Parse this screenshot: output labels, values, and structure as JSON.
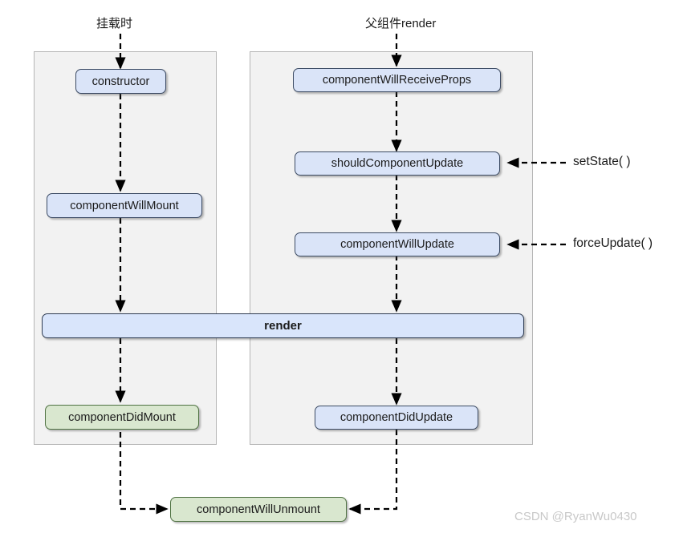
{
  "diagram": {
    "title_mount": "挂载时",
    "title_update": "父组件render",
    "watermark": "CSDN @RyanWu0430",
    "mount_nodes": [
      {
        "label": "constructor"
      },
      {
        "label": "componentWillMount"
      },
      {
        "label": "componentDidMount"
      }
    ],
    "update_nodes": [
      {
        "label": "componentWillReceiveProps"
      },
      {
        "label": "shouldComponentUpdate"
      },
      {
        "label": "componentWillUpdate"
      },
      {
        "label": "componentDidUpdate"
      }
    ],
    "render_node": {
      "label": "render"
    },
    "unmount_node": {
      "label": "componentWillUnmount"
    },
    "triggers": [
      {
        "label": "setState( )"
      },
      {
        "label": "forceUpdate( )"
      }
    ],
    "colors": {
      "blue_fill": "#dae4f8",
      "blue_border": "#3b4a63",
      "green_fill": "#d9e7cf",
      "green_border": "#4f7242",
      "panel_fill": "#f2f2f2",
      "panel_border": "#b5b5b5",
      "render_fill": "#d9e5fb",
      "arrow": "#000000",
      "watermark": "#c8c8c8"
    }
  }
}
